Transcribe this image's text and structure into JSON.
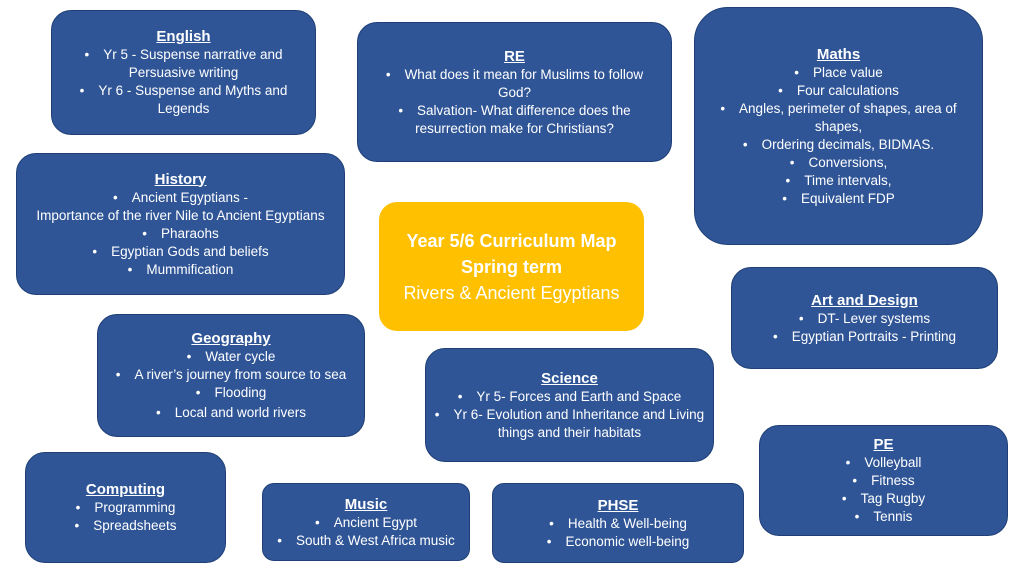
{
  "colors": {
    "box_fill": "#2f5597",
    "center_fill": "#ffc000",
    "text": "#ffffff"
  },
  "center": {
    "line1": "Year 5/6 Curriculum Map",
    "line2": "Spring term",
    "line3": "Rivers & Ancient Egyptians"
  },
  "subjects": {
    "english": {
      "title": "English",
      "items": [
        "Yr 5 - Suspense narrative and Persuasive writing",
        "Yr 6 - Suspense and Myths and Legends"
      ]
    },
    "re": {
      "title": "RE",
      "items": [
        "What does it mean for Muslims to follow God?",
        "Salvation- What difference does the resurrection make for Christians?"
      ]
    },
    "maths": {
      "title": "Maths",
      "items": [
        "Place value",
        "Four calculations",
        "Angles, perimeter of shapes, area of shapes,",
        "Ordering decimals, BIDMAS.",
        "Conversions,",
        "Time intervals,",
        "Equivalent FDP"
      ]
    },
    "history": {
      "title": "History",
      "items": [
        "Ancient Egyptians -",
        "Importance of the river Nile to Ancient Egyptians",
        "Pharaohs",
        "Egyptian Gods and beliefs",
        "Mummification"
      ]
    },
    "art": {
      "title": "Art and Design",
      "items": [
        "DT- Lever systems",
        "Egyptian Portraits - Printing"
      ]
    },
    "geography": {
      "title": "Geography",
      "items": [
        "Water cycle",
        "A river’s journey from source to sea",
        "Flooding",
        "Local and world rivers"
      ]
    },
    "science": {
      "title": "Science",
      "items": [
        "Yr 5- Forces and Earth and Space",
        "Yr 6- Evolution and Inheritance and Living things and their habitats"
      ]
    },
    "pe": {
      "title": "PE",
      "items": [
        "Volleyball",
        "Fitness",
        "Tag Rugby",
        "Tennis"
      ]
    },
    "computing": {
      "title": "Computing",
      "items": [
        "Programming",
        "Spreadsheets"
      ]
    },
    "music": {
      "title": "Music",
      "items": [
        "Ancient Egypt",
        "South & West Africa music"
      ]
    },
    "phse": {
      "title": "PHSE",
      "items": [
        "Health & Well-being",
        "Economic well-being"
      ]
    }
  }
}
